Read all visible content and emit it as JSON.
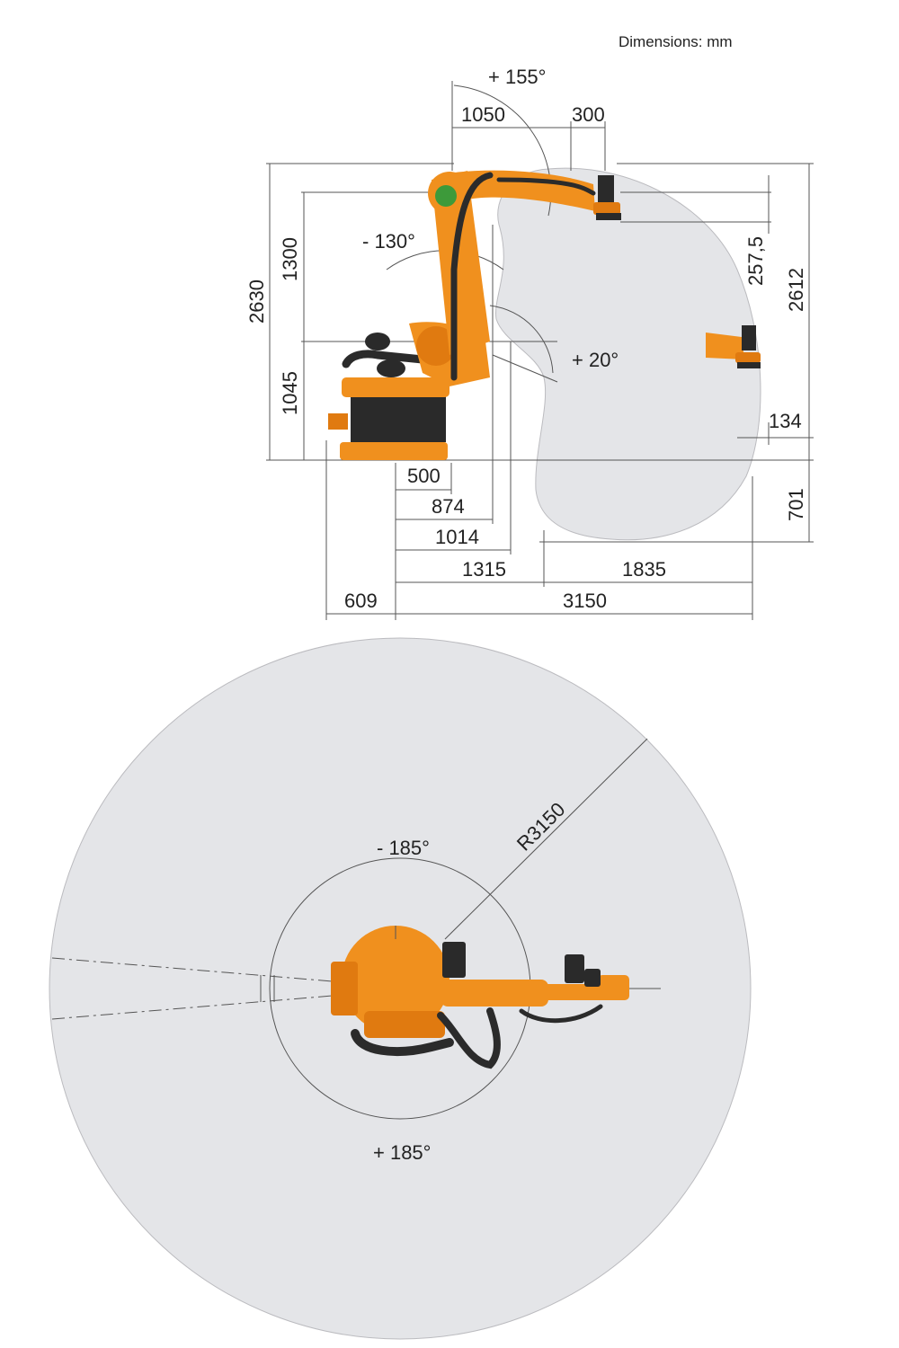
{
  "units_label": "Dimensions: mm",
  "side_view": {
    "angles": {
      "a2_pos": "+ 155°",
      "a3_neg": "- 130°",
      "a3_pos": "+ 20°"
    },
    "dimensions": {
      "d1050": "1050",
      "d300": "300",
      "d2630": "2630",
      "d1300": "1300",
      "d1045": "1045",
      "d257": "257,5",
      "d2612": "2612",
      "d134": "134",
      "d701": "701",
      "d500": "500",
      "d874": "874",
      "d1014": "1014",
      "d1315": "1315",
      "d1835": "1835",
      "d609": "609",
      "d3150": "3150"
    }
  },
  "top_view": {
    "radius_label": "R3150",
    "a1_neg": "- 185°",
    "a1_pos": "+ 185°"
  },
  "colors": {
    "robot_orange": "#f0901e",
    "envelope_gray": "#e4e5e8",
    "cable_dark": "#2b2b2b"
  }
}
